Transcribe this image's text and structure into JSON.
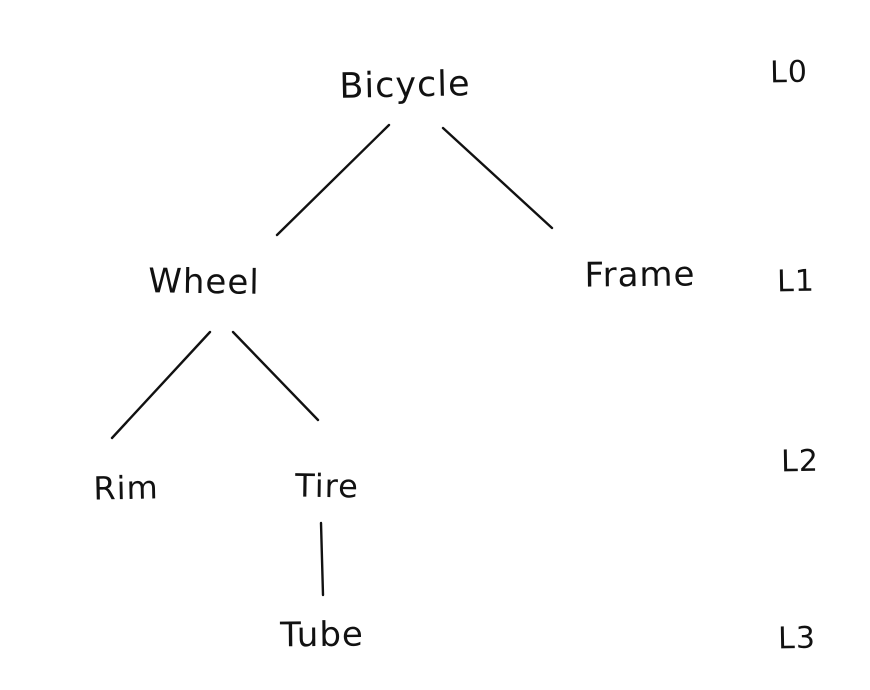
{
  "diagram": {
    "type": "tree",
    "background_color": "#ffffff",
    "ink_color": "#111111",
    "nodes": [
      {
        "id": "bicycle",
        "label": "Bicycle",
        "level": 0
      },
      {
        "id": "wheel",
        "label": "Wheel",
        "level": 1
      },
      {
        "id": "frame",
        "label": "Frame",
        "level": 1
      },
      {
        "id": "rim",
        "label": "Rim",
        "level": 2
      },
      {
        "id": "tire",
        "label": "Tire",
        "level": 2
      },
      {
        "id": "tube",
        "label": "Tube",
        "level": 3
      }
    ],
    "edges": [
      {
        "from": "Bicycle",
        "to": "Wheel"
      },
      {
        "from": "Bicycle",
        "to": "Frame"
      },
      {
        "from": "Wheel",
        "to": "Rim"
      },
      {
        "from": "Wheel",
        "to": "Tire"
      },
      {
        "from": "Tire",
        "to": "Tube"
      }
    ],
    "level_labels": [
      {
        "label": "L0"
      },
      {
        "label": "L1"
      },
      {
        "label": "L2"
      },
      {
        "label": "L3"
      }
    ]
  }
}
